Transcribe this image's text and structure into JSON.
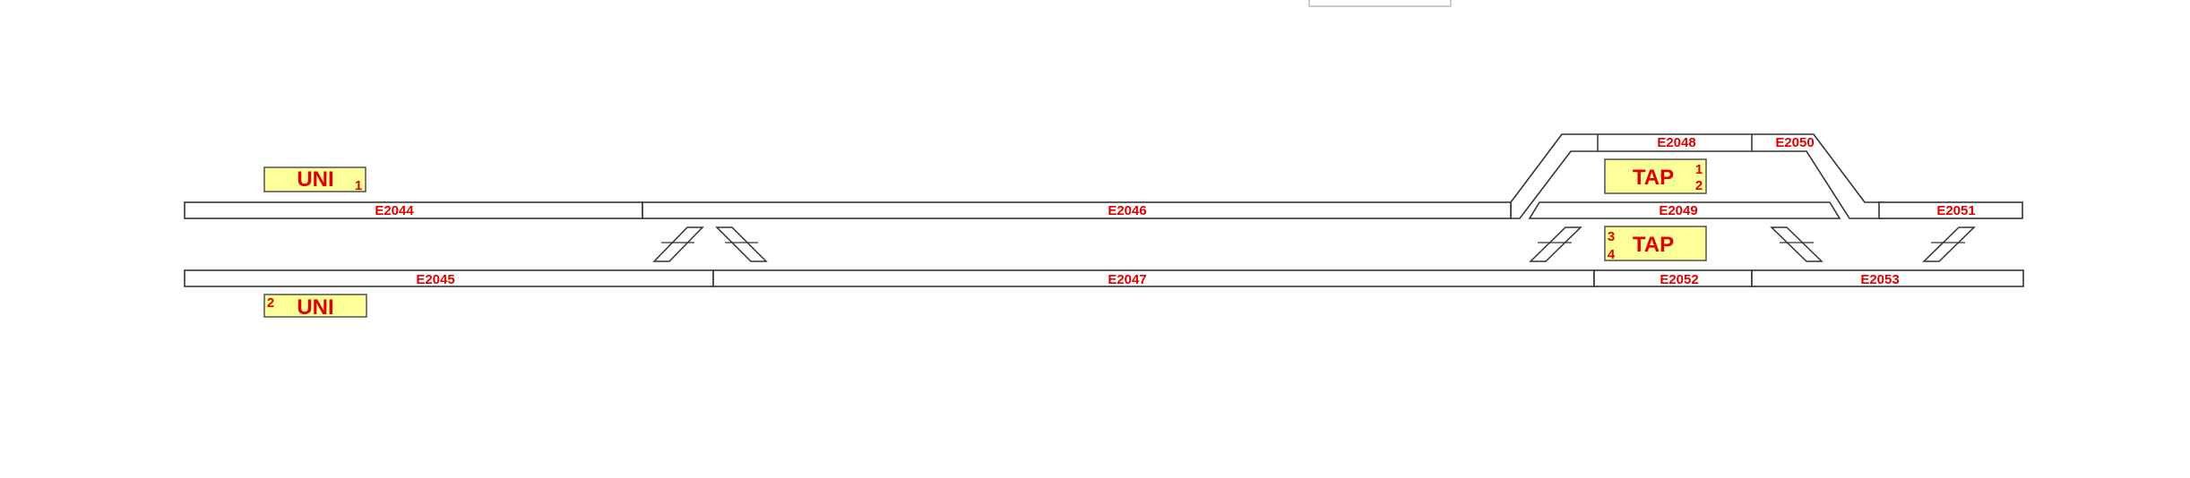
{
  "sections": {
    "e2044": "E2044",
    "e2045": "E2045",
    "e2046": "E2046",
    "e2047": "E2047",
    "e2048": "E2048",
    "e2049": "E2049",
    "e2050": "E2050",
    "e2051": "E2051",
    "e2052": "E2052",
    "e2053": "E2053"
  },
  "stations": {
    "uni_top": {
      "name": "UNI",
      "num": "1"
    },
    "uni_bottom": {
      "name": "UNI",
      "num": "2"
    },
    "tap_top": {
      "name": "TAP",
      "num_a": "1",
      "num_b": "2"
    },
    "tap_bottom": {
      "name": "TAP",
      "num_a": "3",
      "num_b": "4"
    }
  },
  "colors": {
    "label": "#e00000",
    "platform_fill": "#ffff99",
    "track_stroke": "#333333"
  }
}
